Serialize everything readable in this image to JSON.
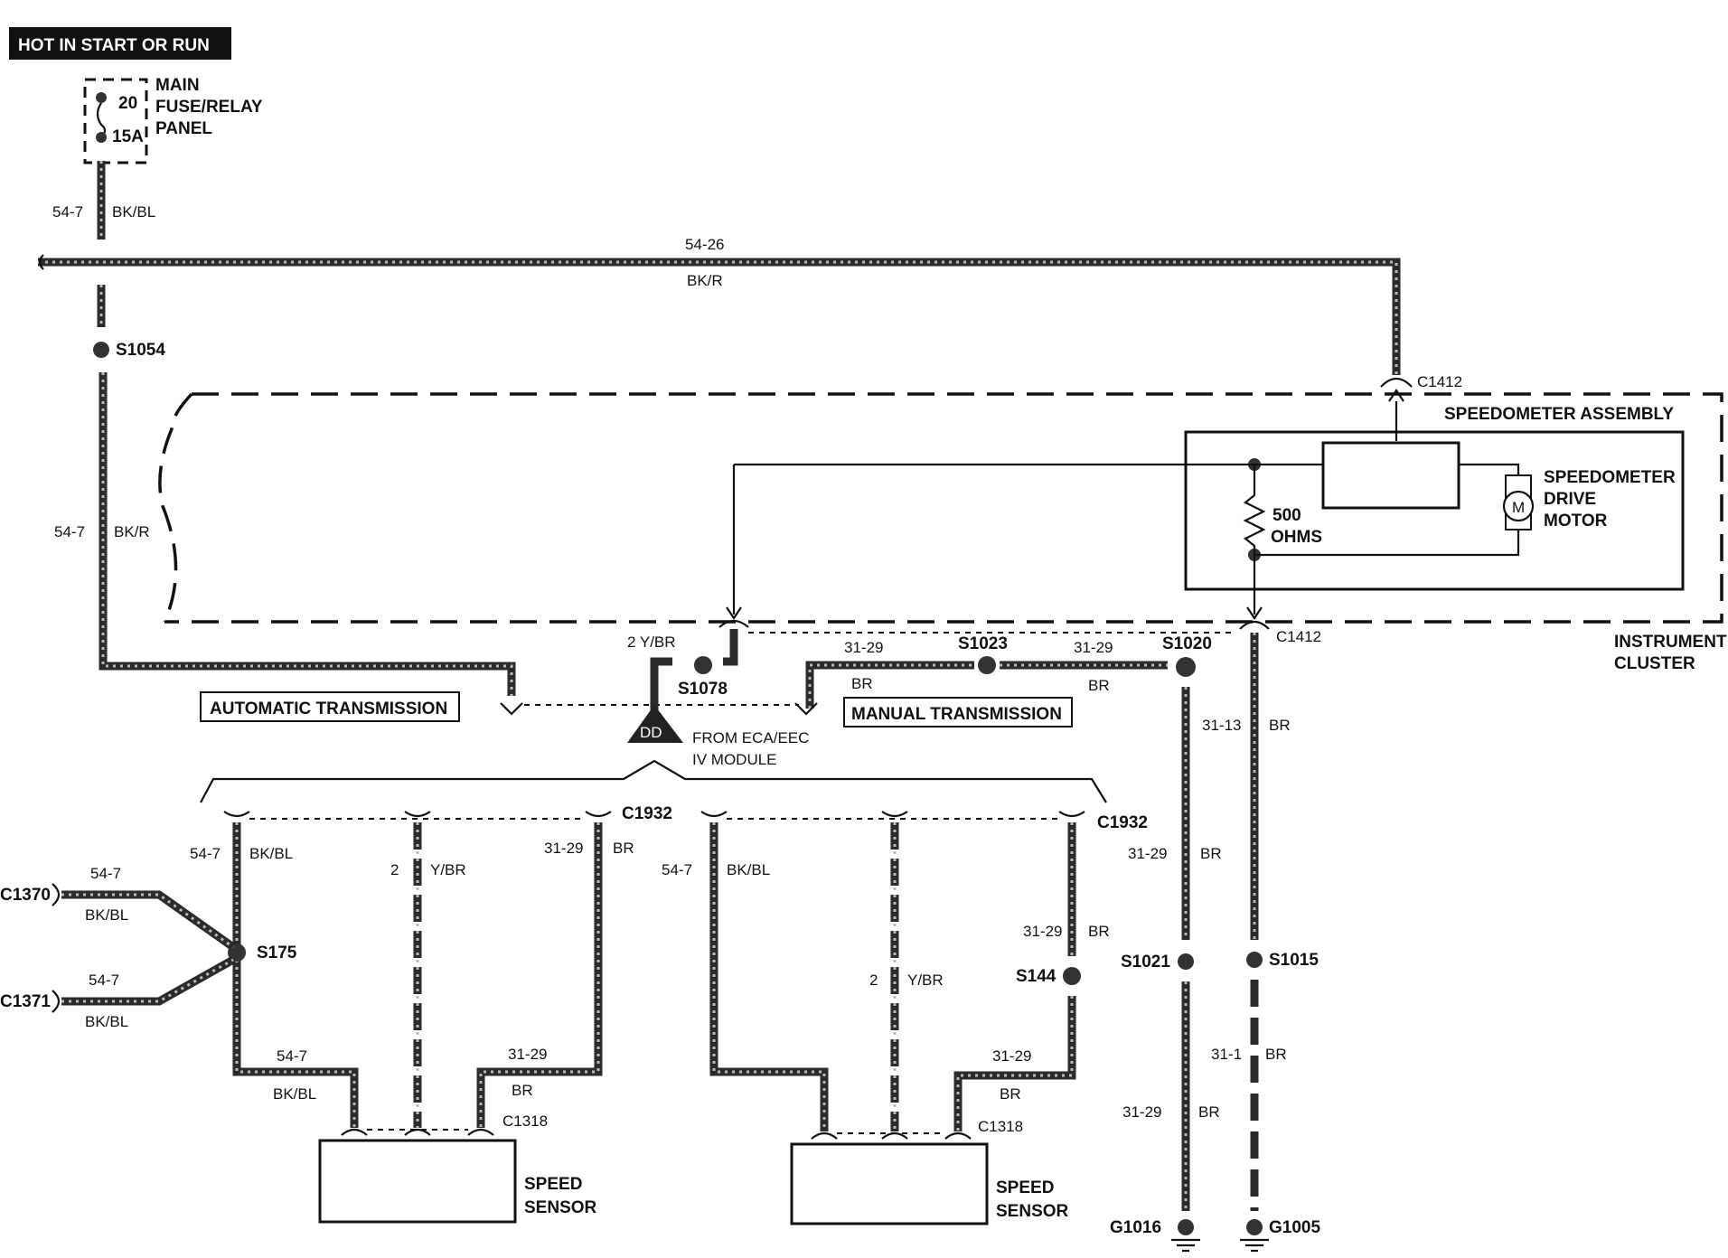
{
  "header": {
    "power_label": "HOT IN START OR RUN"
  },
  "fuse_panel": {
    "label_line1": "MAIN",
    "label_line2": "FUSE/RELAY",
    "label_line3": "PANEL",
    "fuse_top": "20",
    "fuse_bottom": "15A"
  },
  "wires": {
    "w_54_7_top": {
      "circuit": "54-7",
      "color": "BK/BL"
    },
    "w_54_26": {
      "circuit": "54-26",
      "color": "BK/R"
    },
    "w_54_7_mid": {
      "circuit": "54-7",
      "color": "BK/R"
    },
    "w_2_ybr": {
      "label": "2 Y/BR"
    },
    "w_31_29_a": {
      "circuit": "31-29",
      "color": "BR"
    },
    "w_31_29_b": {
      "circuit": "31-29",
      "color": "BR"
    },
    "w_31_13": {
      "circuit": "31-13",
      "color": "BR"
    },
    "w_31_29_c": {
      "circuit": "31-29",
      "color": "BR"
    },
    "w_31_1": {
      "circuit": "31-1",
      "color": "BR"
    },
    "w_31_29_d": {
      "circuit": "31-29",
      "color": "BR"
    }
  },
  "splices": {
    "s1054": "S1054",
    "s1078": "S1078",
    "s1023": "S1023",
    "s1020": "S1020",
    "s1021": "S1021",
    "s1015": "S1015",
    "s175": "S175",
    "s144": "S144"
  },
  "connectors": {
    "c1412_top": "C1412",
    "c1412_bottom": "C1412",
    "c1932_left": "C1932",
    "c1932_right": "C1932",
    "c1370": "C1370",
    "c1371": "C1371",
    "c1318_left": "C1318",
    "c1318_right": "C1318"
  },
  "grounds": {
    "g1016": "G1016",
    "g1005": "G1005"
  },
  "speedometer": {
    "assembly_label": "SPEEDOMETER ASSEMBLY",
    "resistor_line1": "500",
    "resistor_line2": "OHMS",
    "motor_line1": "SPEEDOMETER",
    "motor_line2": "DRIVE",
    "motor_line3": "MOTOR",
    "motor_symbol": "M"
  },
  "instrument_cluster": {
    "line1": "INSTRUMENT",
    "line2": "CLUSTER"
  },
  "transmission": {
    "automatic": "AUTOMATIC TRANSMISSION",
    "manual": "MANUAL TRANSMISSION"
  },
  "module": {
    "symbol": "DD",
    "line1": "FROM ECA/EEC",
    "line2": "IV MODULE"
  },
  "left_sensor": {
    "w_54_7_top": {
      "circuit": "54-7",
      "color": "BK/BL"
    },
    "w_2": {
      "circuit": "2",
      "color": "Y/BR"
    },
    "w_31_29_top": {
      "circuit": "31-29",
      "color": "BR"
    },
    "w_c1370": {
      "circuit": "54-7",
      "color": "BK/BL"
    },
    "w_c1371": {
      "circuit": "54-7",
      "color": "BK/BL"
    },
    "w_54_7_bottom": {
      "circuit": "54-7",
      "color": "BK/BL"
    },
    "w_31_29_bottom": {
      "circuit": "31-29",
      "color": "BR"
    },
    "label_line1": "SPEED",
    "label_line2": "SENSOR"
  },
  "right_sensor": {
    "w_54_7": {
      "circuit": "54-7",
      "color": "BK/BL"
    },
    "w_2": {
      "circuit": "2",
      "color": "Y/BR"
    },
    "w_31_29_top": {
      "circuit": "31-29",
      "color": "BR"
    },
    "w_31_29_bottom": {
      "circuit": "31-29",
      "color": "BR"
    },
    "label_line1": "SPEED",
    "label_line2": "SENSOR"
  }
}
